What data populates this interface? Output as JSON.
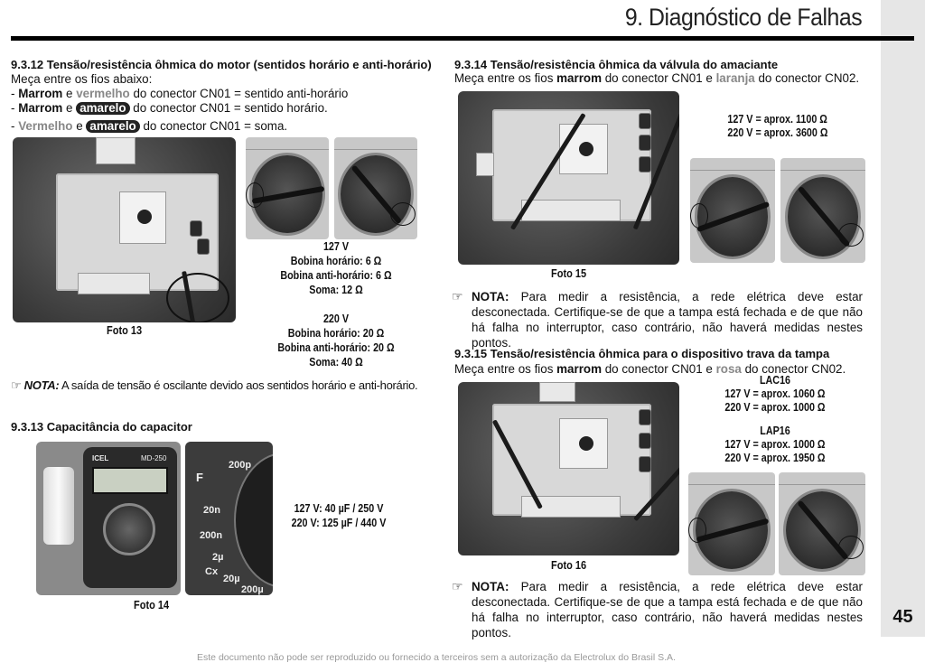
{
  "header": {
    "chapter_title": "9. Diagnóstico de Falhas",
    "page_number": "45"
  },
  "s9312": {
    "title": "9.3.12 Tensão/resistência ôhmica do motor (sentidos horário e anti-horário)",
    "intro": "Meça entre os fios abaixo:",
    "l1": {
      "prefix": "- ",
      "w1": "Marrom",
      "e": " e ",
      "w2": "vermelho",
      "rest": " do conector CN01 = sentido anti-horário"
    },
    "l2": {
      "prefix": "- ",
      "w1": "Marrom",
      "e": " e ",
      "w2": "amarelo",
      "rest": " do conector CN01 = sentido horário."
    },
    "l3": {
      "prefix": "- ",
      "w1": "Vermelho",
      "e": " e ",
      "w2": "amarelo",
      "rest": " do conector CN01 = soma."
    },
    "spec127": [
      "127 V",
      "Bobina horário: 6 Ω",
      "Bobina anti-horário: 6 Ω",
      "Soma: 12 Ω"
    ],
    "spec220": [
      "220 V",
      "Bobina horário: 20 Ω",
      "Bobina anti-horário: 20 Ω",
      "Soma: 40 Ω"
    ],
    "photo_caption": "Foto 13",
    "note_label": "NOTA:",
    "note_text": " A saída de tensão é oscilante devido aos sentidos horário e anti-horário."
  },
  "s9313": {
    "title": "9.3.13 Capacitância do capacitor",
    "spec": [
      "127 V: 40 µF / 250 V",
      "220 V: 125 µF / 440 V"
    ],
    "photo_caption": "Foto 14",
    "scale_labels": [
      "200p",
      "F",
      "20n",
      "200n",
      "2µ",
      "20µ",
      "200µ",
      "Cx"
    ],
    "meter_brand": "ICEL",
    "meter_model": "MD-250"
  },
  "s9314": {
    "title": "9.3.14 Tensão/resistência ôhmica da válvula do amaciante",
    "intro": {
      "a": "Meça entre os fios ",
      "w1": "marrom",
      "b": " do conector CN01 e ",
      "w2": "laranja",
      "c": " do conector CN02."
    },
    "spec": [
      "127 V = aprox. 1100 Ω",
      "220 V = aprox. 3600 Ω"
    ],
    "photo_caption": "Foto 15",
    "note_label": "NOTA:",
    "note_text": " Para medir a resistência, a rede elétrica deve estar desconectada. Certifique-se de que a tampa está fechada e de que não há falha no interruptor, caso contrário, não haverá medidas nestes pontos."
  },
  "s9315": {
    "title": "9.3.15 Tensão/resistência ôhmica para o dispositivo trava da tampa",
    "intro": {
      "a": "Meça entre os fios ",
      "w1": "marrom",
      "b": " do conector CN01 e ",
      "w2": "rosa",
      "c": " do conector CN02."
    },
    "spec_lac": [
      "LAC16",
      "127 V = aprox. 1060 Ω",
      "220 V = aprox. 1000 Ω"
    ],
    "spec_lap": [
      "LAP16",
      "127 V = aprox. 1000 Ω",
      "220 V = aprox. 1950 Ω"
    ],
    "photo_caption": "Foto 16",
    "note_label": "NOTA:",
    "note_text": " Para medir a resistência, a rede elétrica deve estar desconectada. Certifique-se de que a tampa está fechada e de que não há falha no interruptor, caso contrário, não haverá medidas nestes pontos."
  },
  "footer": {
    "text": "Este documento não pode ser reproduzido ou fornecido a terceiros sem a autorização da Electrolux do Brasil S.A."
  },
  "icons": {
    "note": "pointing-hand-icon"
  }
}
